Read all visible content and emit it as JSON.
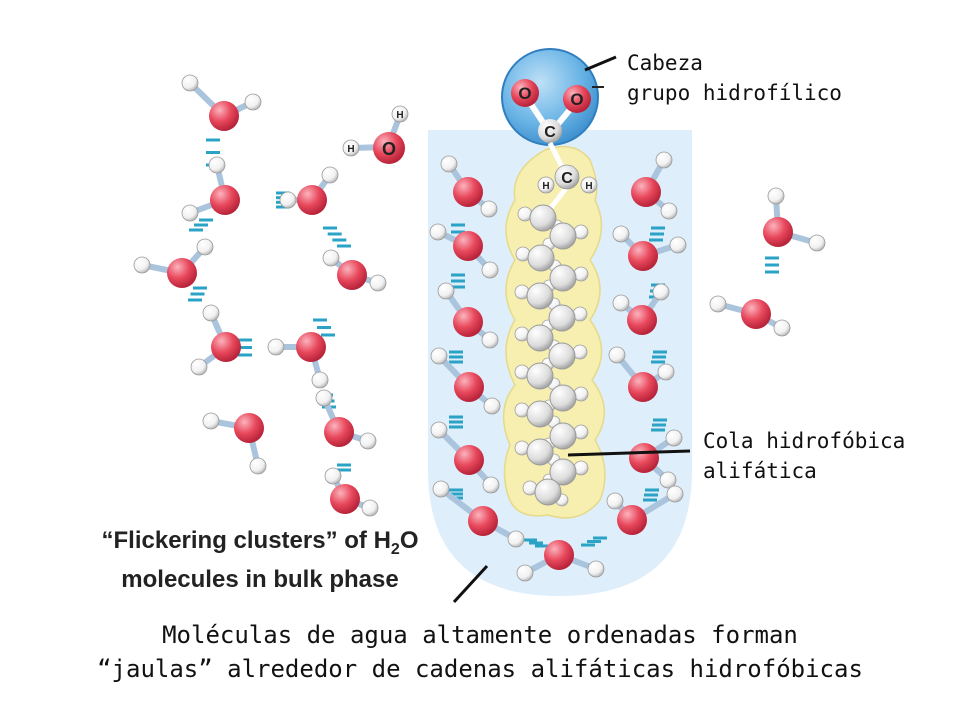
{
  "labels": {
    "head_line1": "Cabeza",
    "head_line2": "grupo hidrofílico",
    "tail_line1": "Cola hidrofóbica",
    "tail_line2": "alifática"
  },
  "caption": {
    "line1_pre": "“Flickering clusters” of H",
    "line1_sub": "2",
    "line1_post": "O",
    "line2": "molecules in bulk phase"
  },
  "bottom_text": {
    "line1": "Moléculas de agua altamente ordenadas forman",
    "line2": "“jaulas” alrededor de cadenas alifáticas hidrofóbicas"
  },
  "atoms": {
    "oxygen": "O",
    "hydrogen": "H",
    "carbon": "C"
  },
  "colors": {
    "oxygen": "#e8485c",
    "hydrogen": "#ffffff",
    "bond": "#a9c4dc",
    "hbond": "#2aa3c6",
    "cage_bg": "#deeefa",
    "chain_fill": "#f7efb0",
    "head_sphere": "#5aa8e0"
  }
}
